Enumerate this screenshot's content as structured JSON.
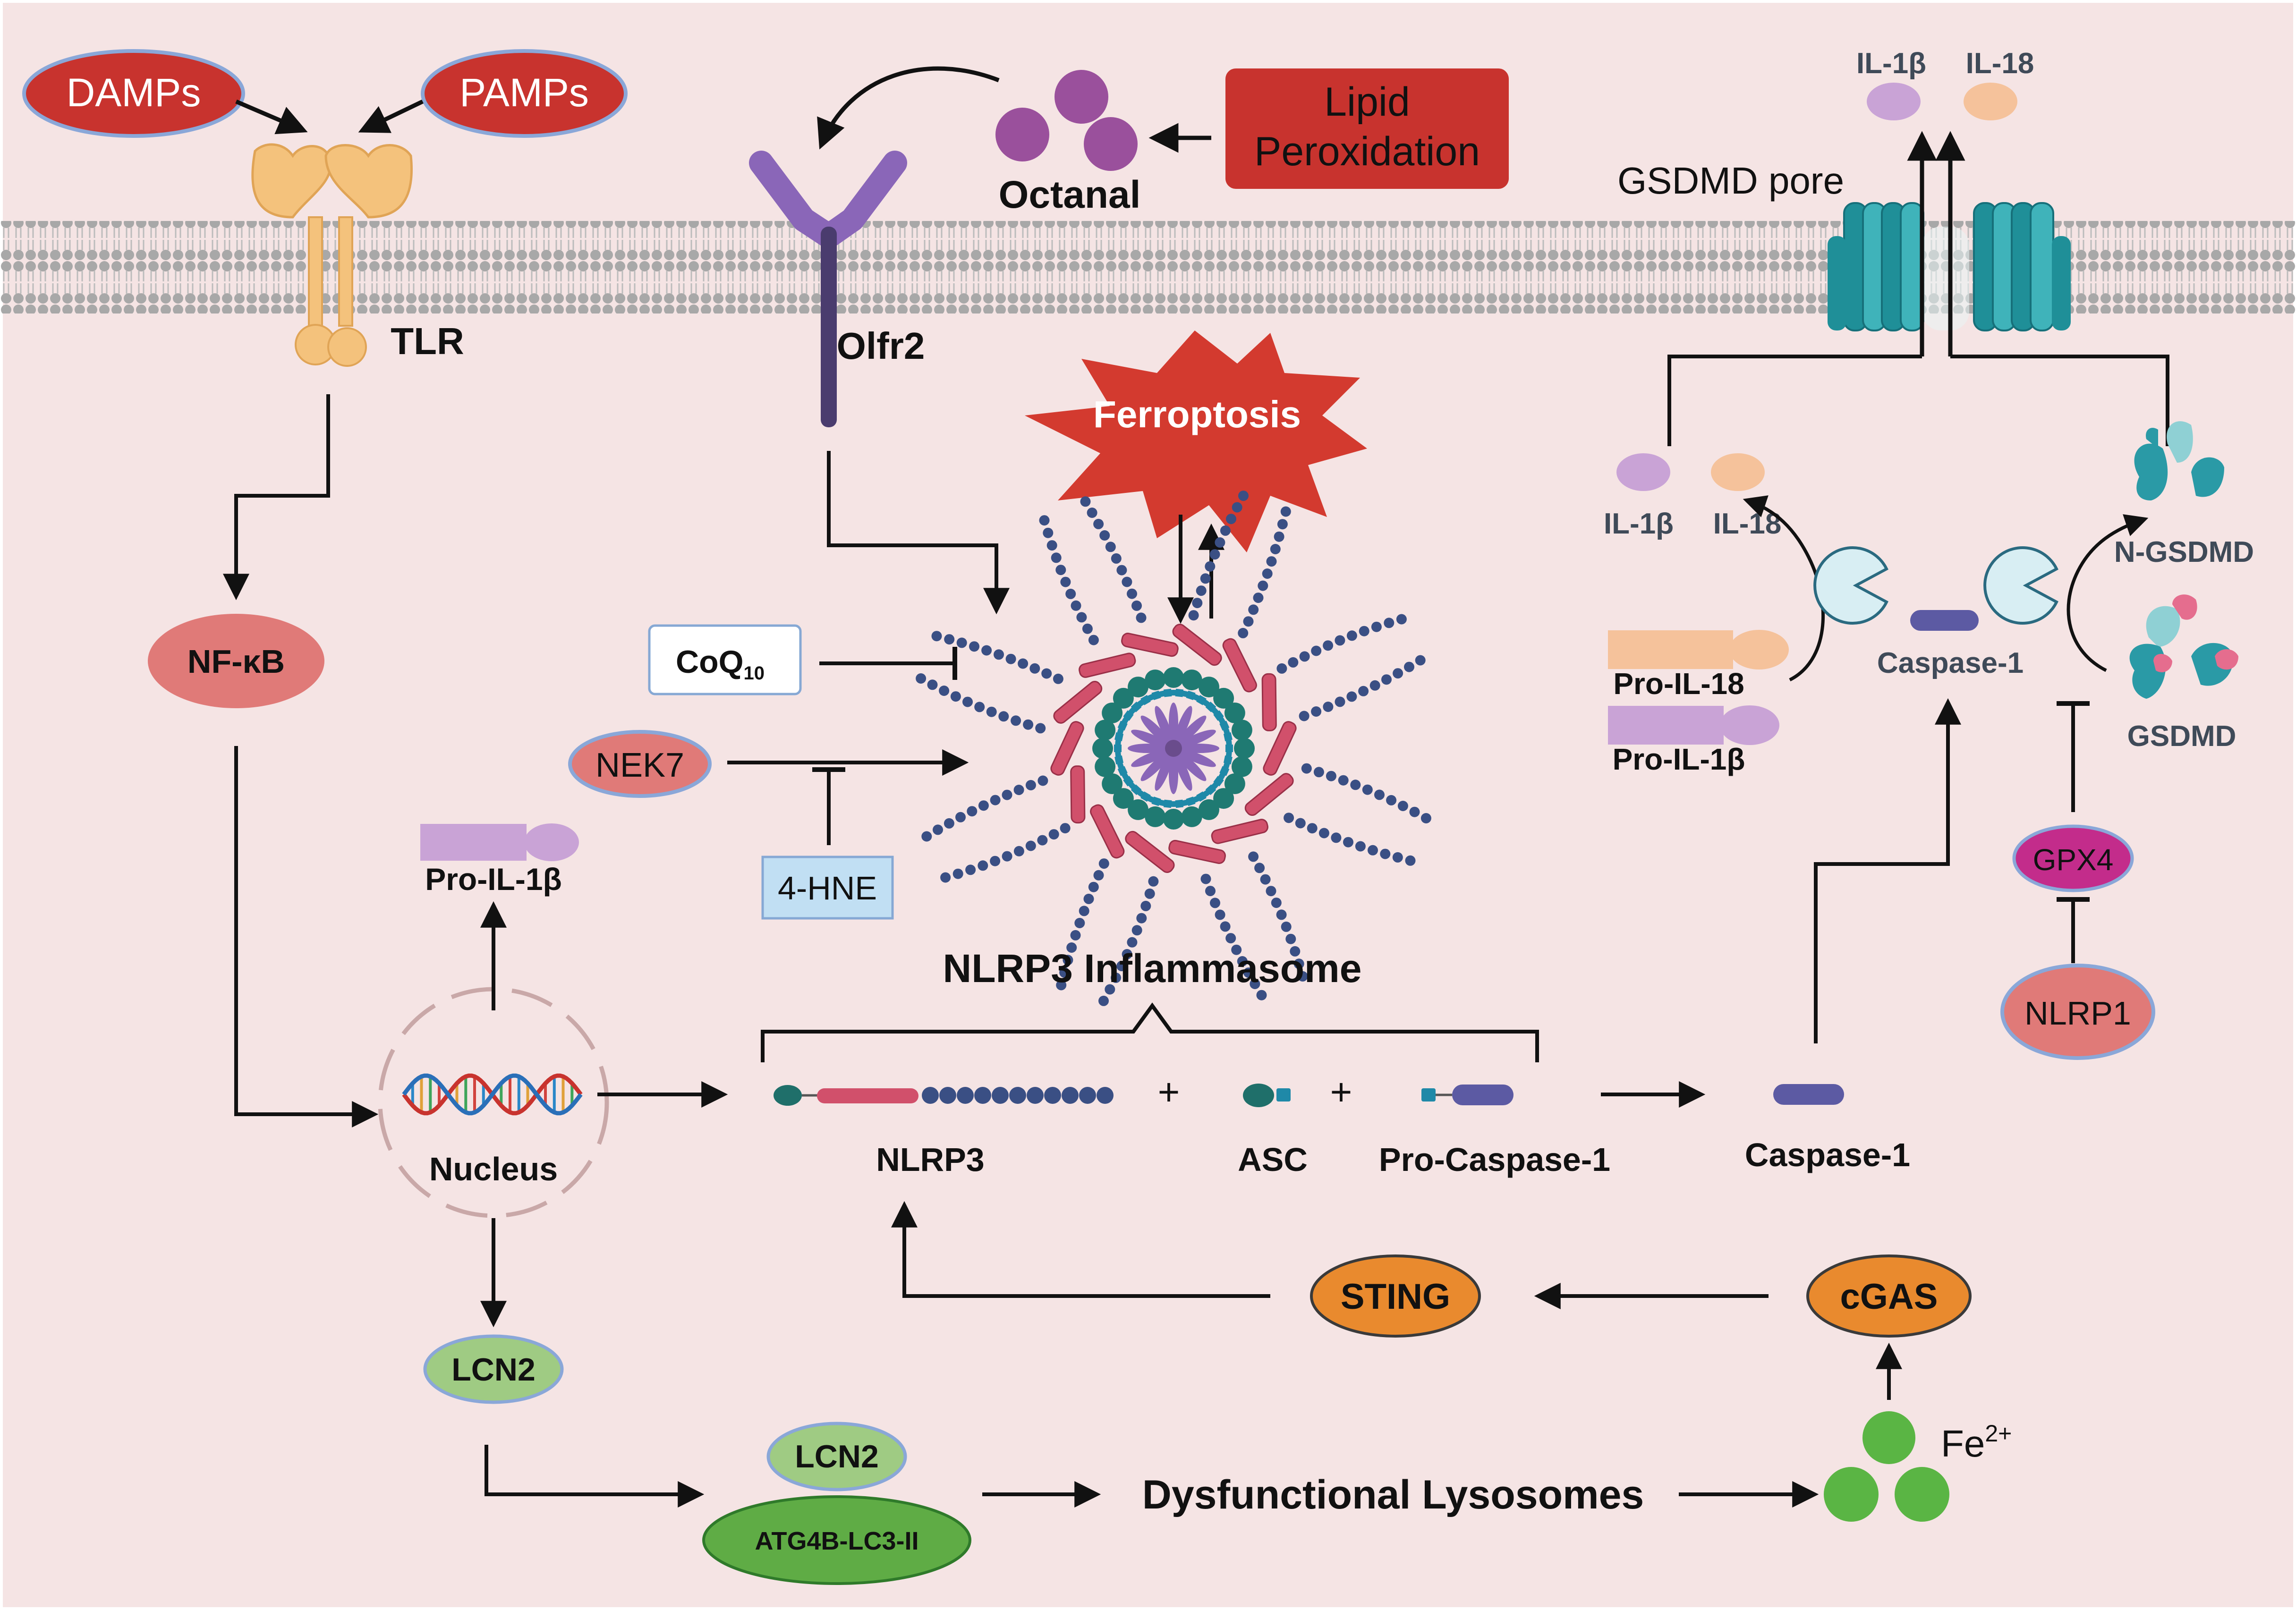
{
  "colors": {
    "background": "#f5e4e4",
    "membrane": "#a8a8a8",
    "red_ellipse": "#c8332e",
    "salmon_ellipse": "#e07a78",
    "green_ellipse": "#9fcb83",
    "dark_green_ellipse": "#5fac45",
    "orange_ellipse": "#e98a2e",
    "magenta_ellipse": "#c32c8b",
    "teal": "#2a9aa6",
    "purple": "#6a4c8c",
    "caspase": "#5c5aa3",
    "il1b": "#c9a3d6",
    "il18": "#f5c29b",
    "iron": "#5ab544",
    "tlr": "#f4c27c",
    "ferroptosis": "#d33a2f",
    "nlrp3_dot": "#3a4f84",
    "nlrp3_red": "#d1506b"
  },
  "labels": {
    "damps": "DAMPs",
    "pamps": "PAMPs",
    "tlr": "TLR",
    "nfkb": "NF-κB",
    "octanal": "Octanal",
    "lipid_peroxidation_1": "Lipid",
    "lipid_peroxidation_2": "Peroxidation",
    "olfr2": "Olfr2",
    "ferroptosis": "Ferroptosis",
    "coq10_main": "CoQ",
    "coq10_sub": "10",
    "nek7": "NEK7",
    "hne": "4-HNE",
    "pro_il1b_left": "Pro-IL-1β",
    "nucleus": "Nucleus",
    "nlrp3_inflammasome": "NLRP3 Inflammasome",
    "nlrp3": "NLRP3",
    "plus": "+",
    "asc": "ASC",
    "pro_caspase1": "Pro-Caspase-1",
    "caspase1_bottom": "Caspase-1",
    "sting": "STING",
    "cgas": "cGAS",
    "fe": "Fe",
    "fe_sup": "2+",
    "lcn2": "LCN2",
    "lcn2_complex": "LCN2",
    "atg4b": "ATG4B-LC3-II",
    "dysfunctional_lysosomes": "Dysfunctional Lysosomes",
    "il1b_top": "IL-1β",
    "il18_top": "IL-18",
    "gsdmd_pore": "GSDMD pore",
    "il1b_mid": "IL-1β",
    "il18_mid": "IL-18",
    "n_gsdmd": "N-GSDMD",
    "pro_il18": "Pro-IL-18",
    "pro_il1b_right": "Pro-IL-1β",
    "caspase1_right": "Caspase-1",
    "gsdmd": "GSDMD",
    "gpx4": "GPX4",
    "nlrp1": "NLRP1"
  }
}
